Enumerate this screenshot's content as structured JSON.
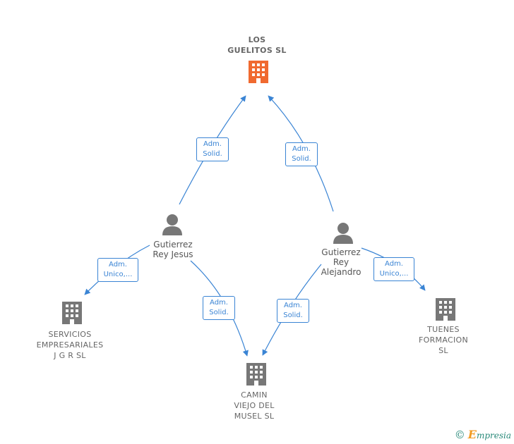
{
  "nodes": {
    "los_guelitos": {
      "label": "LOS\nGUELITOS  SL",
      "icon": "building-icon",
      "color": "#f06a30"
    },
    "gutierrez_jesus": {
      "label": "Gutierrez\nRey Jesus",
      "icon": "person-icon",
      "color": "#777777"
    },
    "gutierrez_alejandro": {
      "label": "Gutierrez\nRey\nAlejandro",
      "icon": "person-icon",
      "color": "#777777"
    },
    "servicios": {
      "label": "SERVICIOS\nEMPRESARIALES\nJ G R  SL",
      "icon": "building-icon",
      "color": "#777777"
    },
    "camin": {
      "label": "CAMIN\nVIEJO DEL\nMUSEL  SL",
      "icon": "building-icon",
      "color": "#777777"
    },
    "tuenes": {
      "label": "TUENES\nFORMACION\nSL",
      "icon": "building-icon",
      "color": "#777777"
    }
  },
  "edges": [
    {
      "from": "gutierrez_jesus",
      "to": "los_guelitos",
      "label": "Adm.\nSolid."
    },
    {
      "from": "gutierrez_alejandro",
      "to": "los_guelitos",
      "label": "Adm.\nSolid."
    },
    {
      "from": "gutierrez_jesus",
      "to": "servicios",
      "label": "Adm.\nUnico,..."
    },
    {
      "from": "gutierrez_jesus",
      "to": "camin",
      "label": "Adm.\nSolid."
    },
    {
      "from": "gutierrez_alejandro",
      "to": "camin",
      "label": "Adm.\nSolid."
    },
    {
      "from": "gutierrez_alejandro",
      "to": "tuenes",
      "label": "Adm.\nUnico,..."
    }
  ],
  "edge_color": "#3a84d4",
  "brand": {
    "copyright": "©",
    "initial": "E",
    "name": "mpresia"
  }
}
